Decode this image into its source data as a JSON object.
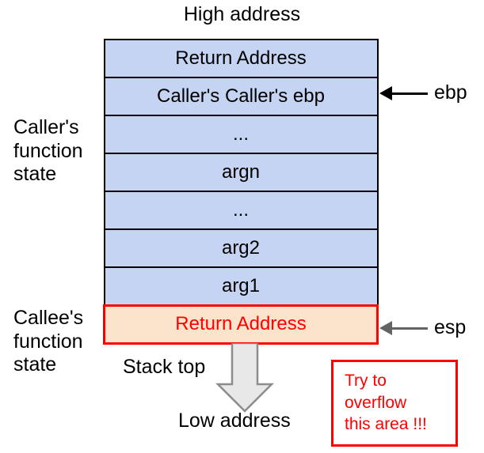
{
  "diagram": {
    "title_top": "High address",
    "title_bottom": "Low address",
    "stack_top_label": "Stack top",
    "colors": {
      "caller_fill": "#c4d4f2",
      "caller_border": "#000000",
      "callee_fill": "#fce3cc",
      "callee_border": "#ff0000",
      "callee_text": "#ff0000",
      "ebp_arrow": "#000000",
      "esp_arrow": "#636363",
      "down_arrow_fill": "#e8e8e8",
      "down_arrow_stroke": "#8c8c8c",
      "callout_border": "#ff0000",
      "callout_text": "#ff0000"
    },
    "stack_rows": [
      {
        "label": "Return Address",
        "owner": "caller"
      },
      {
        "label": "Caller's Caller's ebp",
        "owner": "caller"
      },
      {
        "label": "...",
        "owner": "caller"
      },
      {
        "label": "argn",
        "owner": "caller"
      },
      {
        "label": "...",
        "owner": "caller"
      },
      {
        "label": "arg2",
        "owner": "caller"
      },
      {
        "label": "arg1",
        "owner": "caller"
      },
      {
        "label": "Return Address",
        "owner": "callee"
      }
    ],
    "side_labels": {
      "caller": "Caller's\nfunction\nstate",
      "callee": "Callee's\nfunction\nstate"
    },
    "pointers": [
      {
        "name": "ebp",
        "label": "ebp",
        "targets_row": 1
      },
      {
        "name": "esp",
        "label": "esp",
        "targets_row": 7
      }
    ],
    "callout": {
      "text": "Try to\noverflow\nthis area !!!"
    }
  }
}
